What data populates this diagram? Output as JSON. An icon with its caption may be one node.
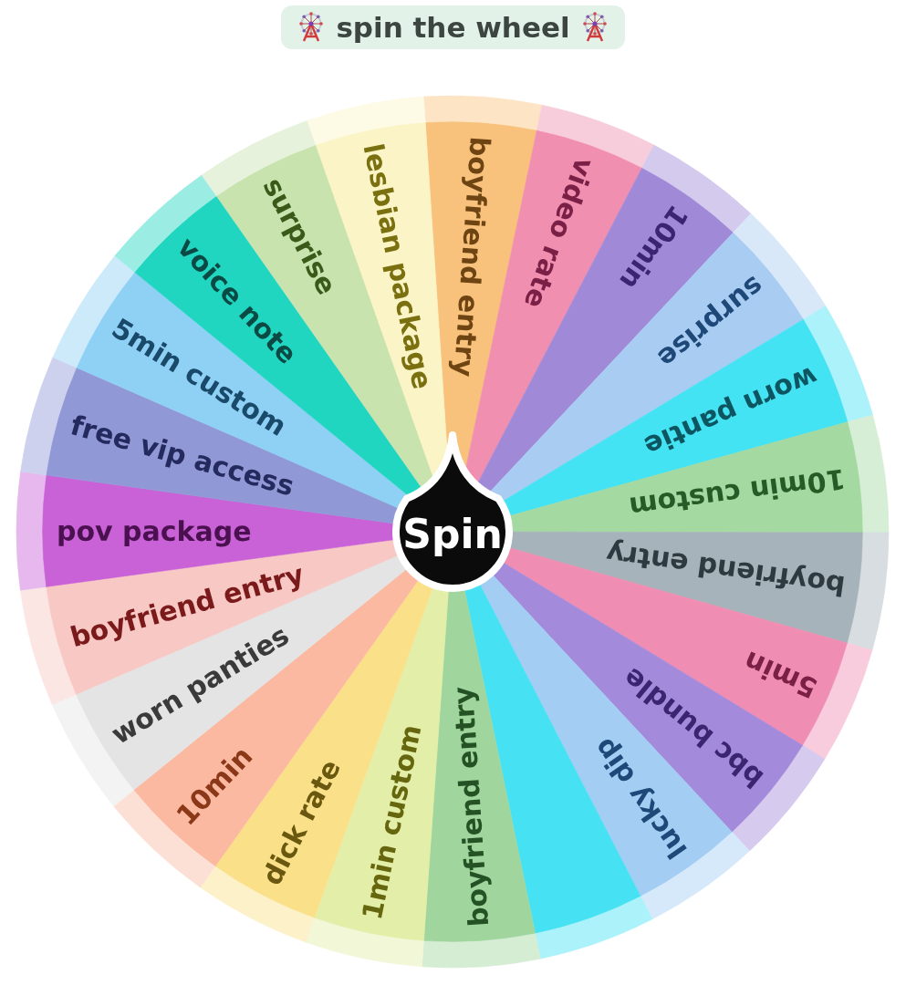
{
  "diagram": {
    "title": "spin the wheel",
    "nodes": [
      {
        "text": [
          "boyfriend entry"
        ]
      },
      {
        "text": [
          "video rate"
        ]
      },
      {
        "text": [
          "10min"
        ]
      },
      {
        "text": [
          "surprise"
        ]
      },
      {
        "text": [
          "worn pantie"
        ]
      },
      {
        "text": [
          "10min custom"
        ]
      },
      {
        "text": [
          "boyfriend entry"
        ]
      },
      {
        "text": [
          "5min"
        ]
      },
      {
        "text": [
          "bbc bundle"
        ]
      },
      {
        "text": [
          "lucky dip"
        ]
      },
      {
        "text": [],
        "shape": "wedge"
      },
      {
        "text": [
          "boyfriend entry"
        ]
      },
      {
        "text": [
          "1min custom"
        ]
      },
      {
        "text": [
          "dick rate"
        ]
      },
      {
        "text": [
          "10min"
        ]
      },
      {
        "text": [
          "worn panties"
        ]
      },
      {
        "text": [
          "boyfriend entry"
        ]
      },
      {
        "text": [
          "pov package"
        ]
      },
      {
        "text": [
          "free vip access"
        ]
      },
      {
        "text": [
          "5min custom"
        ]
      },
      {
        "text": [
          "voice note"
        ]
      },
      {
        "text": [
          "surprise"
        ]
      },
      {
        "text": [
          "lesbian package"
        ]
      },
      {
        "text": [
          "Spin"
        ]
      }
    ]
  }
}
